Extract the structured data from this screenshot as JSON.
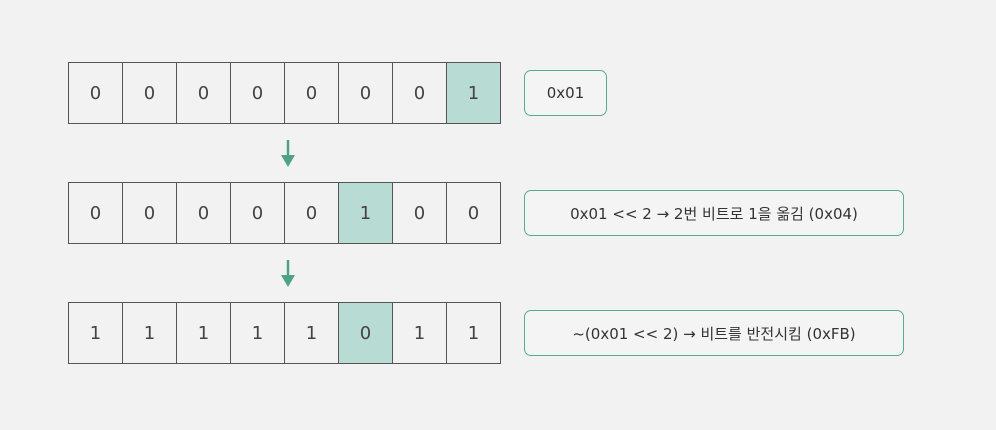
{
  "rows": [
    {
      "bits": [
        "0",
        "0",
        "0",
        "0",
        "0",
        "0",
        "0",
        "1"
      ],
      "highlight_index": 7,
      "label": "0x01"
    },
    {
      "bits": [
        "0",
        "0",
        "0",
        "0",
        "0",
        "1",
        "0",
        "0"
      ],
      "highlight_index": 5,
      "label": "0x01 << 2 → 2번 비트로 1을 옮김 (0x04)"
    },
    {
      "bits": [
        "1",
        "1",
        "1",
        "1",
        "1",
        "0",
        "1",
        "1"
      ],
      "highlight_index": 5,
      "label": "~(0x01 << 2) → 비트를 반전시킴 (0xFB)"
    }
  ],
  "colors": {
    "highlight": "#b8dbd3",
    "accent": "#4fa384",
    "border": "#555555",
    "background": "#f2f2f2"
  },
  "icons": {
    "arrows": [
      "arrow-down-icon",
      "arrow-down-icon"
    ]
  }
}
